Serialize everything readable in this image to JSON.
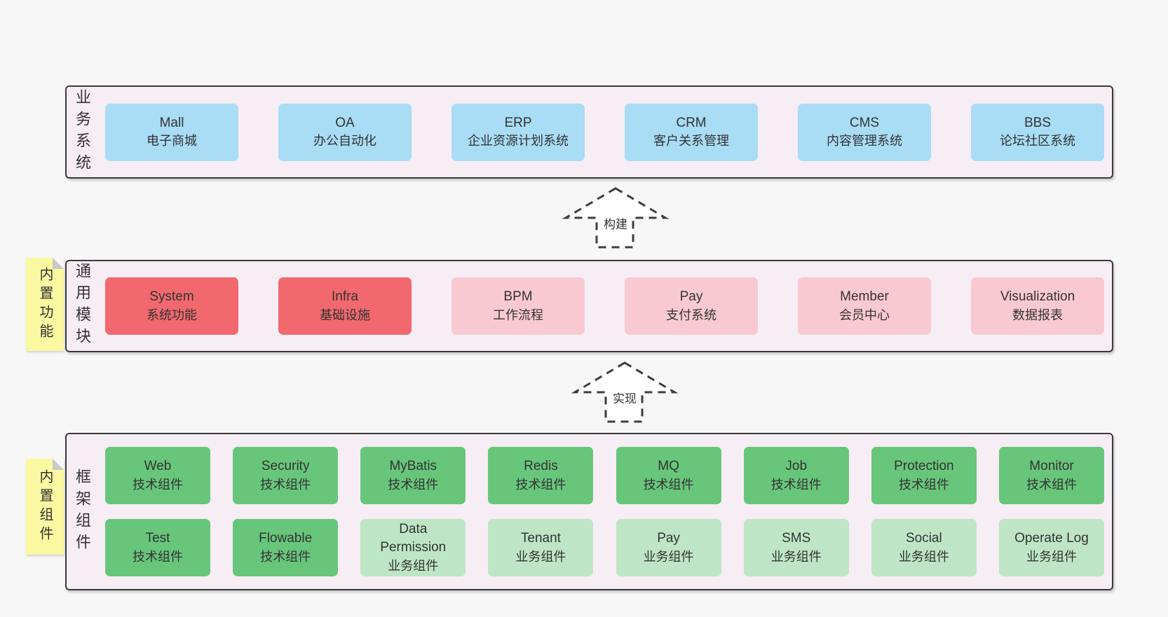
{
  "layers": [
    {
      "id": "business",
      "label": "业务系统",
      "rows": [
        [
          {
            "title": "Mall",
            "subtitle": "电子商城",
            "variant": "blue"
          },
          {
            "title": "OA",
            "subtitle": "办公自动化",
            "variant": "blue"
          },
          {
            "title": "ERP",
            "subtitle": "企业资源计划系统",
            "variant": "blue"
          },
          {
            "title": "CRM",
            "subtitle": "客户关系管理",
            "variant": "blue"
          },
          {
            "title": "CMS",
            "subtitle": "内容管理系统",
            "variant": "blue"
          },
          {
            "title": "BBS",
            "subtitle": "论坛社区系统",
            "variant": "blue"
          }
        ]
      ]
    },
    {
      "id": "modules",
      "label": "通用模块",
      "sticky": "内置功能",
      "rows": [
        [
          {
            "title": "System",
            "subtitle": "系统功能",
            "variant": "red"
          },
          {
            "title": "Infra",
            "subtitle": "基础设施",
            "variant": "red"
          },
          {
            "title": "BPM",
            "subtitle": "工作流程",
            "variant": "pink"
          },
          {
            "title": "Pay",
            "subtitle": "支付系统",
            "variant": "pink"
          },
          {
            "title": "Member",
            "subtitle": "会员中心",
            "variant": "pink"
          },
          {
            "title": "Visualization",
            "subtitle": "数据报表",
            "variant": "pink"
          }
        ]
      ]
    },
    {
      "id": "components",
      "label": "框架组件",
      "sticky": "内置组件",
      "rows": [
        [
          {
            "title": "Web",
            "subtitle": "技术组件",
            "variant": "green"
          },
          {
            "title": "Security",
            "subtitle": "技术组件",
            "variant": "green"
          },
          {
            "title": "MyBatis",
            "subtitle": "技术组件",
            "variant": "green"
          },
          {
            "title": "Redis",
            "subtitle": "技术组件",
            "variant": "green"
          },
          {
            "title": "MQ",
            "subtitle": "技术组件",
            "variant": "green"
          },
          {
            "title": "Job",
            "subtitle": "技术组件",
            "variant": "green"
          },
          {
            "title": "Protection",
            "subtitle": "技术组件",
            "variant": "green"
          },
          {
            "title": "Monitor",
            "subtitle": "技术组件",
            "variant": "green"
          }
        ],
        [
          {
            "title": "Test",
            "subtitle": "技术组件",
            "variant": "green"
          },
          {
            "title": "Flowable",
            "subtitle": "技术组件",
            "variant": "green"
          },
          {
            "title": "Data Permission",
            "subtitle": "业务组件",
            "variant": "lightgreen"
          },
          {
            "title": "Tenant",
            "subtitle": "业务组件",
            "variant": "lightgreen"
          },
          {
            "title": "Pay",
            "subtitle": "业务组件",
            "variant": "lightgreen"
          },
          {
            "title": "SMS",
            "subtitle": "业务组件",
            "variant": "lightgreen"
          },
          {
            "title": "Social",
            "subtitle": "业务组件",
            "variant": "lightgreen"
          },
          {
            "title": "Operate Log",
            "subtitle": "业务组件",
            "variant": "lightgreen"
          }
        ]
      ]
    }
  ],
  "arrows": [
    {
      "label": "构建"
    },
    {
      "label": "实现"
    }
  ],
  "colors": {
    "page_bg": "#f7f7f7",
    "panel_bg": "#f7edf5",
    "panel_border": "#3a3a3a",
    "blue": "#a9dcf5",
    "red": "#f1686e",
    "pink": "#f9c9d2",
    "green": "#68c67b",
    "lightgreen": "#bee6c5",
    "sticky_yellow": "#faf8a0",
    "text": "#333333"
  }
}
